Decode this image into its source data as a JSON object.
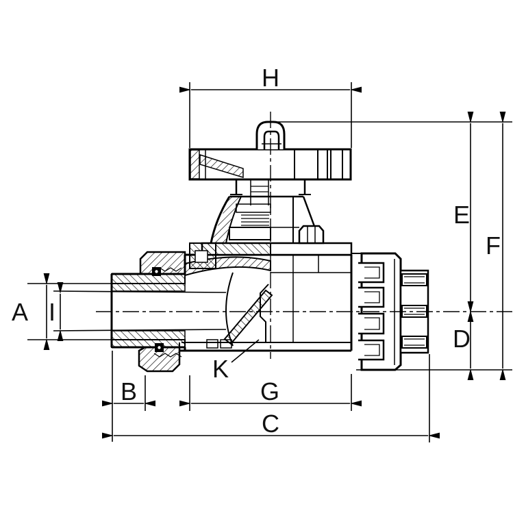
{
  "drawing": {
    "kind": "valve cross-section technical drawing",
    "line_color": "#000000",
    "background": "#ffffff",
    "dimension_labels": {
      "a": "A",
      "b": "B",
      "c": "C",
      "d": "D",
      "e": "E",
      "f": "F",
      "g": "G",
      "h": "H",
      "i": "I",
      "k": "K"
    }
  }
}
